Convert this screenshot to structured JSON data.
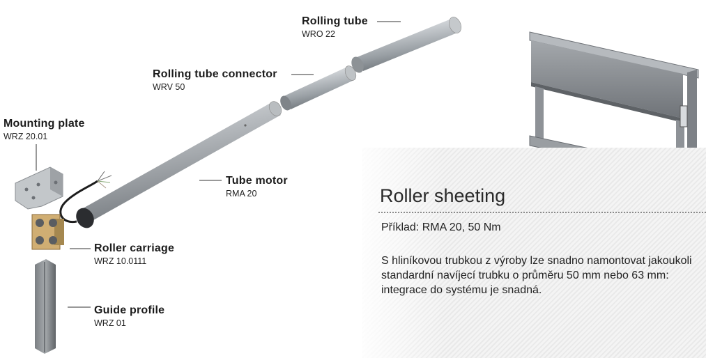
{
  "components": [
    {
      "name": "Rolling tube",
      "code": "WRO 22"
    },
    {
      "name": "Rolling tube connector",
      "code": "WRV 50"
    },
    {
      "name": "Mounting plate",
      "code": "WRZ 20.01"
    },
    {
      "name": "Tube motor",
      "code": "RMA 20"
    },
    {
      "name": "Roller carriage",
      "code": "WRZ 10.0111"
    },
    {
      "name": "Guide profile",
      "code": "WRZ 01"
    }
  ],
  "info": {
    "title": "Roller sheeting",
    "example": "Příklad: RMA 20, 50 Nm",
    "description": "S hliníkovou trubkou z výroby lze snadno namontovat jakoukoli standardní navíjecí trubku o průměru 50 mm nebo 63 mm: integrace do systému je snadná."
  },
  "colors": {
    "metal_light": "#d9dde0",
    "metal_dark": "#8c9196",
    "frame_gray": "#8e9297"
  }
}
